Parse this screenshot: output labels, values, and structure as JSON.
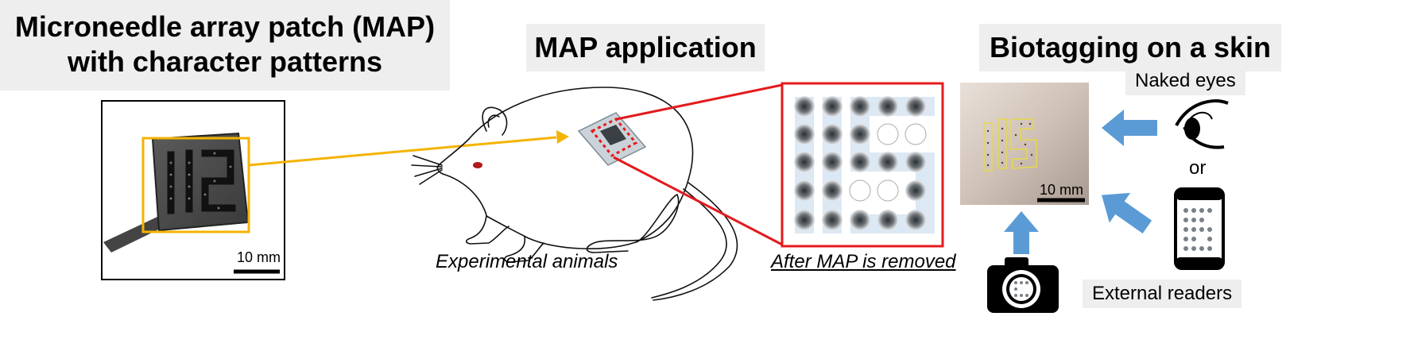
{
  "titles": {
    "map_patch_line1": "Microneedle array patch (MAP)",
    "map_patch_line2": "with character patterns",
    "map_application": "MAP application",
    "biotagging": "Biotagging on a skin"
  },
  "labels": {
    "experimental_animals": "Experimental animals",
    "after_removed": "After MAP is removed",
    "naked_eyes": "Naked eyes",
    "or": "or",
    "external_readers": "External readers",
    "scale_patch": "10 mm",
    "scale_skin": "10 mm"
  },
  "patch_characters": "112",
  "skin_characters": "115",
  "colors": {
    "highlight_yellow": "#f5b301",
    "highlight_red": "#e41a1c",
    "arrow_blue": "#5b9bd5",
    "title_bg": "#eeeeee"
  },
  "icons": [
    "eye-icon",
    "smartphone-icon",
    "camera-icon",
    "mouse-illustration"
  ]
}
